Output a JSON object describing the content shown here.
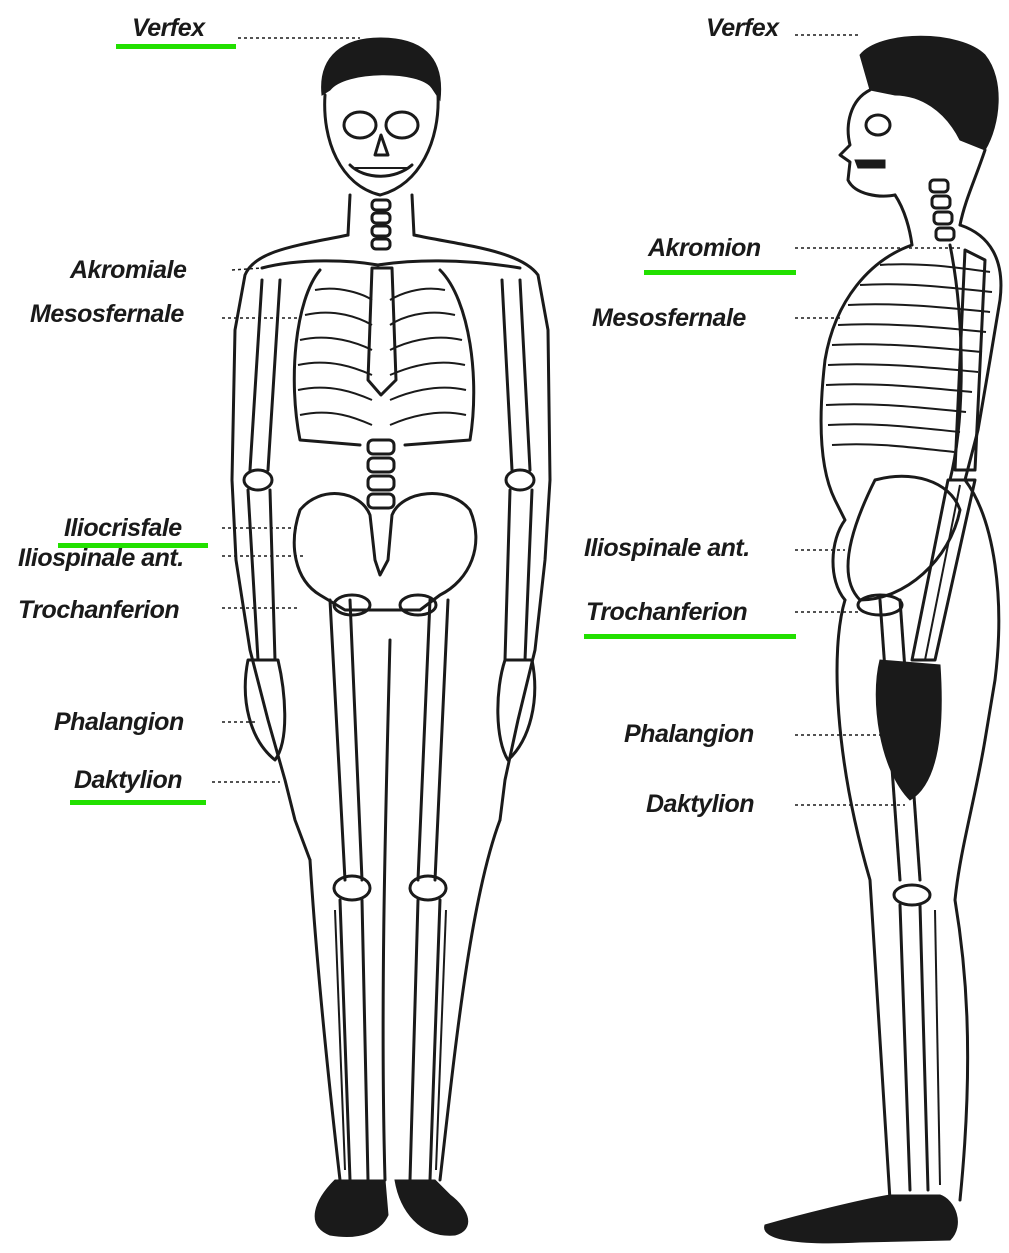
{
  "front_view": {
    "labels": [
      "Verfex",
      "Akromiale",
      "Mesosfernale",
      "Iliocrisfale",
      "Iliospinale ant.",
      "Trochanferion",
      "Phalangion",
      "Daktylion"
    ]
  },
  "side_view": {
    "labels": [
      "Verfex",
      "Akromion",
      "Mesosfernale",
      "Iliospinale ant.",
      "Trochanferion",
      "Phalangion",
      "Daktylion"
    ]
  },
  "highlight_color": "#22e000",
  "highlighted_labels": [
    "Verfex (front)",
    "Iliocrisfale",
    "Daktylion (front)",
    "Akromion",
    "Trochanferion (side)"
  ]
}
